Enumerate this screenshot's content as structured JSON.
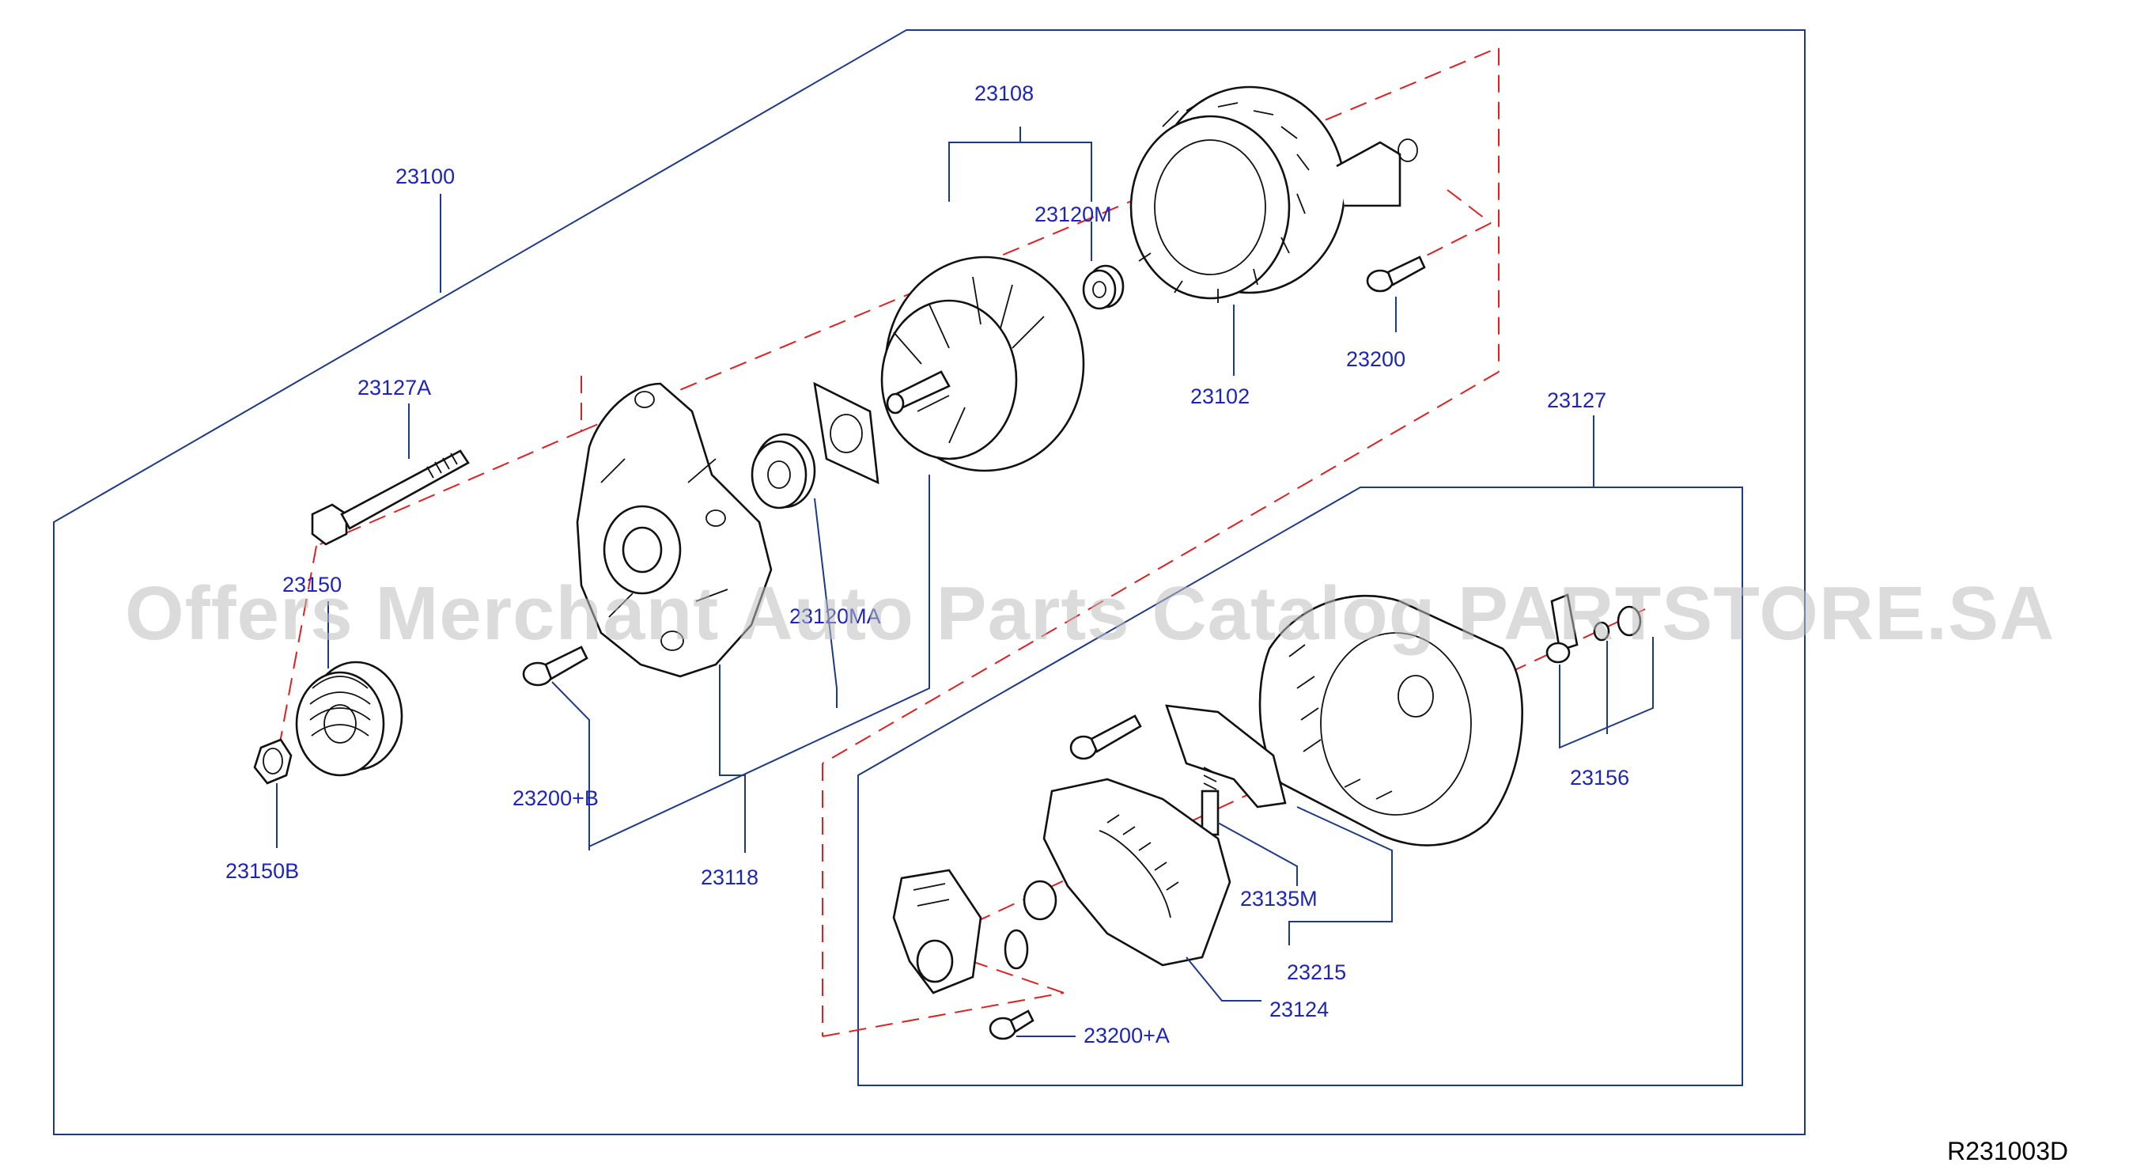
{
  "diagram_ref": "R231003D",
  "watermark": "Offers Merchant Auto Parts Catalog PARTSTORE.SA",
  "labels": {
    "p23100": "23100",
    "p23108": "23108",
    "p23120M": "23120M",
    "p23102": "23102",
    "p23200": "23200",
    "p23127A": "23127A",
    "p23127": "23127",
    "p23150": "23150",
    "p23120A": "23120MA",
    "p23200B": "23200+B",
    "p23150B": "23150B",
    "p23118": "23118",
    "p23156": "23156",
    "p23135M": "23135M",
    "p23215": "23215",
    "p23124": "23124",
    "p23200A": "23200+A"
  },
  "colors": {
    "label": "#1c25b8",
    "frame": "#1d3a8a",
    "axis": "#e02020",
    "line": "#111111",
    "watermark": "#bdbdbd"
  }
}
